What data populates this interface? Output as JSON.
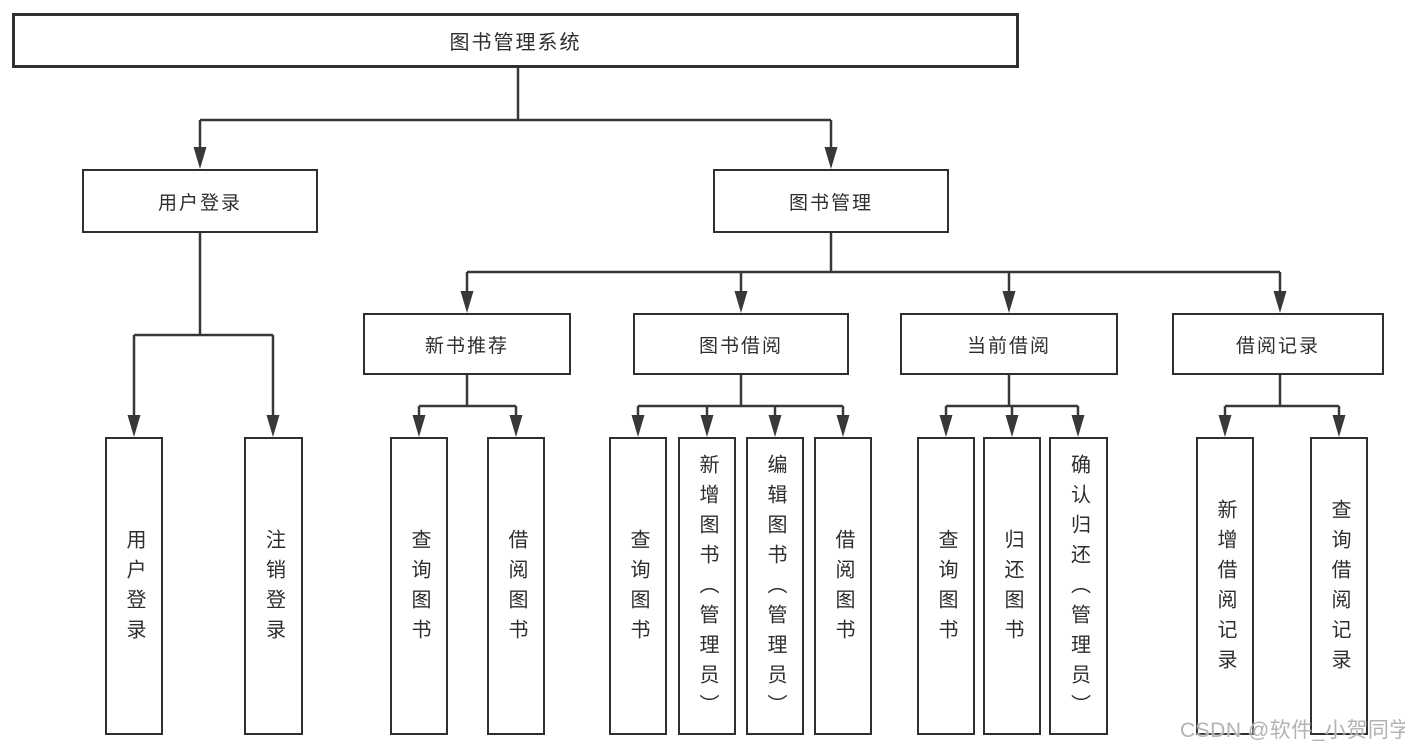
{
  "tree": {
    "root": {
      "label": "图书管理系统"
    },
    "branches": [
      {
        "label": "用户登录",
        "children": [
          {
            "label": "用户登录"
          },
          {
            "label": "注销登录"
          }
        ]
      },
      {
        "label": "图书管理",
        "children": [
          {
            "label": "新书推荐",
            "children": [
              {
                "label": "查询图书"
              },
              {
                "label": "借阅图书"
              }
            ]
          },
          {
            "label": "图书借阅",
            "children": [
              {
                "label": "查询图书"
              },
              {
                "label": "新增图书（管理员）"
              },
              {
                "label": "编辑图书（管理员）"
              },
              {
                "label": "借阅图书"
              }
            ]
          },
          {
            "label": "当前借阅",
            "children": [
              {
                "label": "查询图书"
              },
              {
                "label": "归还图书"
              },
              {
                "label": "确认归还（管理员）"
              }
            ]
          },
          {
            "label": "借阅记录",
            "children": [
              {
                "label": "新增借阅记录"
              },
              {
                "label": "查询借阅记录"
              }
            ]
          }
        ]
      }
    ]
  },
  "watermark": "CSDN @软件_小贺同学",
  "colors": {
    "line": "#383838",
    "border": "#2f2f2f",
    "text": "#2e2e2e",
    "watermark": "#b3b3b3",
    "background": "#ffffff"
  }
}
